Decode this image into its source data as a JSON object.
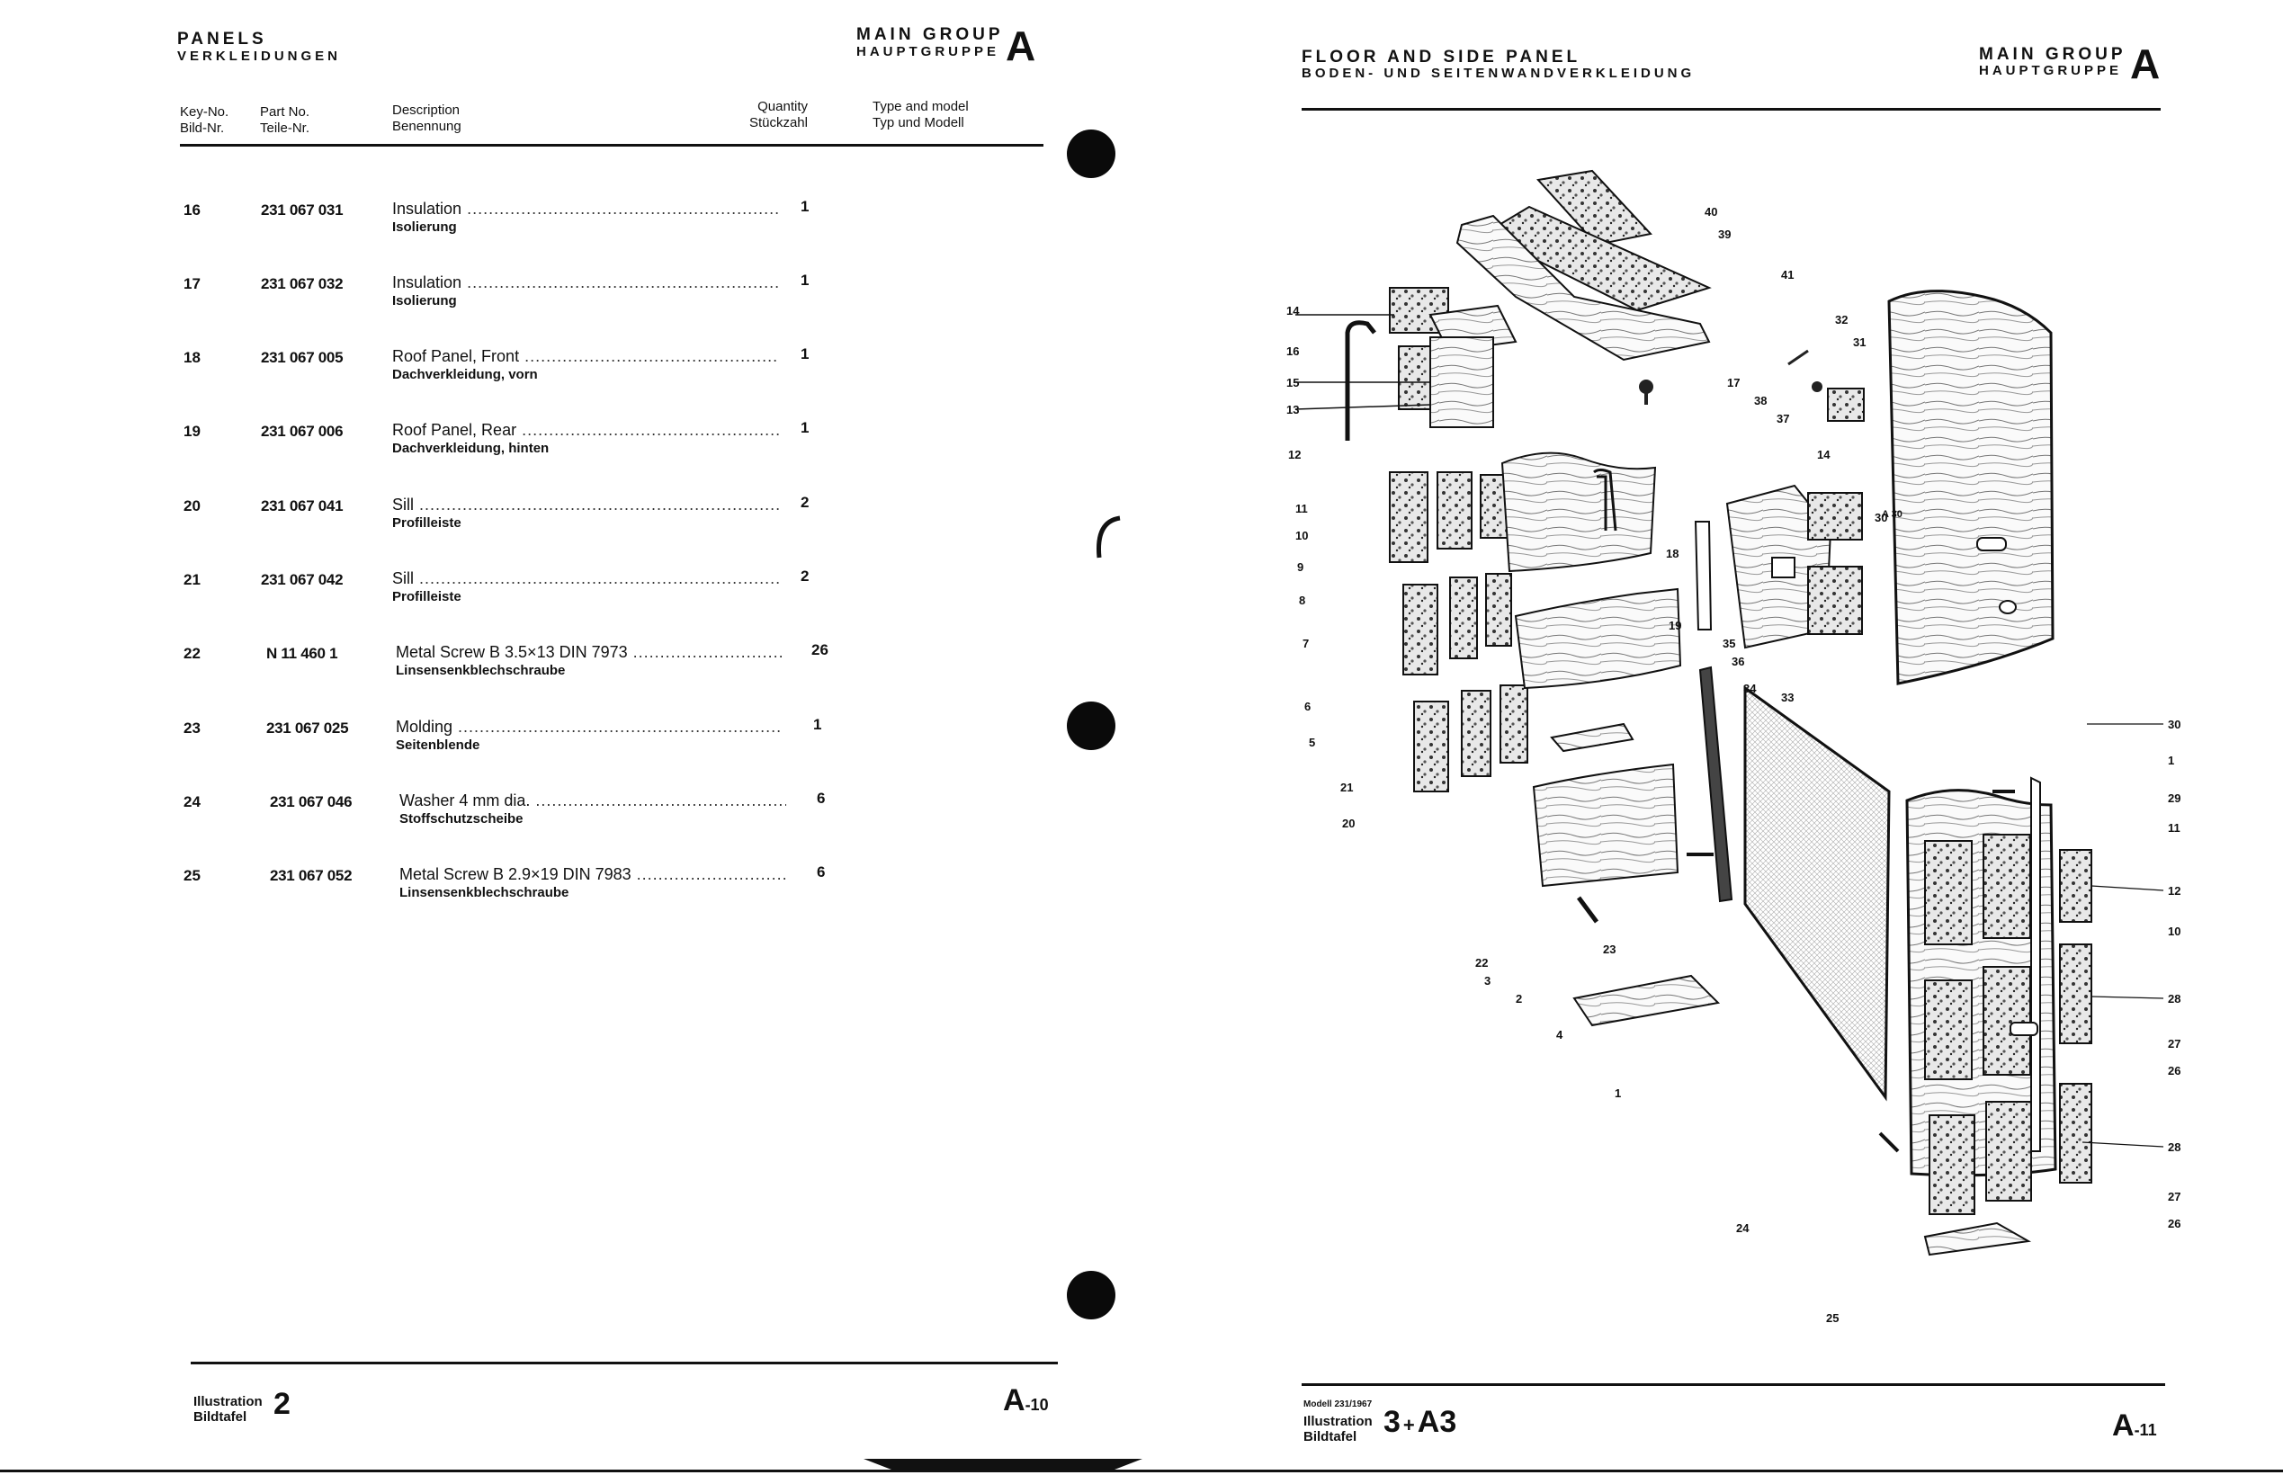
{
  "left": {
    "section_title": "PANELS",
    "section_sub": "VERKLEIDUNGEN",
    "group_title": "MAIN GROUP",
    "group_sub": "HAUPTGRUPPE",
    "group_letter": "A",
    "columns": {
      "key_en": "Key-No.",
      "key_de": "Bild-Nr.",
      "part_en": "Part No.",
      "part_de": "Teile-Nr.",
      "desc_en": "Description",
      "desc_de": "Benennung",
      "qty_en": "Quantity",
      "qty_de": "Stückzahl",
      "type_en": "Type and model",
      "type_de": "Typ und Modell"
    },
    "rows": [
      {
        "key": "16",
        "part": "231 067 031",
        "desc": "Insulation",
        "sub": "Isolierung",
        "qty": "1"
      },
      {
        "key": "17",
        "part": "231 067 032",
        "desc": "Insulation",
        "sub": "Isolierung",
        "qty": "1"
      },
      {
        "key": "18",
        "part": "231 067 005",
        "desc": "Roof Panel, Front",
        "sub": "Dachverkleidung, vorn",
        "qty": "1"
      },
      {
        "key": "19",
        "part": "231 067 006",
        "desc": "Roof Panel, Rear",
        "sub": "Dachverkleidung, hinten",
        "qty": "1"
      },
      {
        "key": "20",
        "part": "231 067 041",
        "desc": "Sill",
        "sub": "Profilleiste",
        "qty": "2"
      },
      {
        "key": "21",
        "part": "231 067 042",
        "desc": "Sill",
        "sub": "Profilleiste",
        "qty": "2"
      },
      {
        "key": "22",
        "part": "N 11 460 1",
        "desc": "Metal Screw B 3.5×13 DIN 7973",
        "sub": "Linsensenkblechschraube",
        "qty": "26"
      },
      {
        "key": "23",
        "part": "231 067 025",
        "desc": "Molding",
        "sub": "Seitenblende",
        "qty": "1"
      },
      {
        "key": "24",
        "part": "231 067 046",
        "desc": "Washer 4 mm dia.",
        "sub": "Stoffschutzscheibe",
        "qty": "6"
      },
      {
        "key": "25",
        "part": "231 067 052",
        "desc": "Metal Screw B 2.9×19 DIN 7983",
        "sub": "Linsensenkblechschraube",
        "qty": "6"
      }
    ],
    "footer_illus_en": "Illustration",
    "footer_illus_de": "Bildtafel",
    "footer_illus_num": "2",
    "page_letter": "A",
    "page_num": "-10"
  },
  "right": {
    "section_title": "FLOOR AND SIDE PANEL",
    "section_sub": "BODEN- UND SEITENWANDVERKLEIDUNG",
    "group_title": "MAIN GROUP",
    "group_sub": "HAUPTGRUPPE",
    "group_letter": "A",
    "footer_model": "Modell 231/1967",
    "footer_illus_en": "Illustration",
    "footer_illus_de": "Bildtafel",
    "footer_illus_num": "3",
    "footer_illus_plus": "+",
    "footer_illus_extra": "A3",
    "page_letter": "A",
    "page_num": "-11",
    "callouts": [
      "14",
      "16",
      "15",
      "13",
      "12",
      "11",
      "10",
      "9",
      "8",
      "7",
      "6",
      "5",
      "21",
      "20",
      "40",
      "39",
      "41",
      "32",
      "31",
      "17",
      "38",
      "37",
      "18",
      "19",
      "14",
      "30",
      "35",
      "36",
      "34",
      "33",
      "23",
      "22",
      "3",
      "2",
      "4",
      "1",
      "24",
      "25",
      "30",
      "1",
      "29",
      "11",
      "12",
      "10",
      "28",
      "27",
      "26",
      "28",
      "27",
      "26",
      "A 30"
    ]
  }
}
